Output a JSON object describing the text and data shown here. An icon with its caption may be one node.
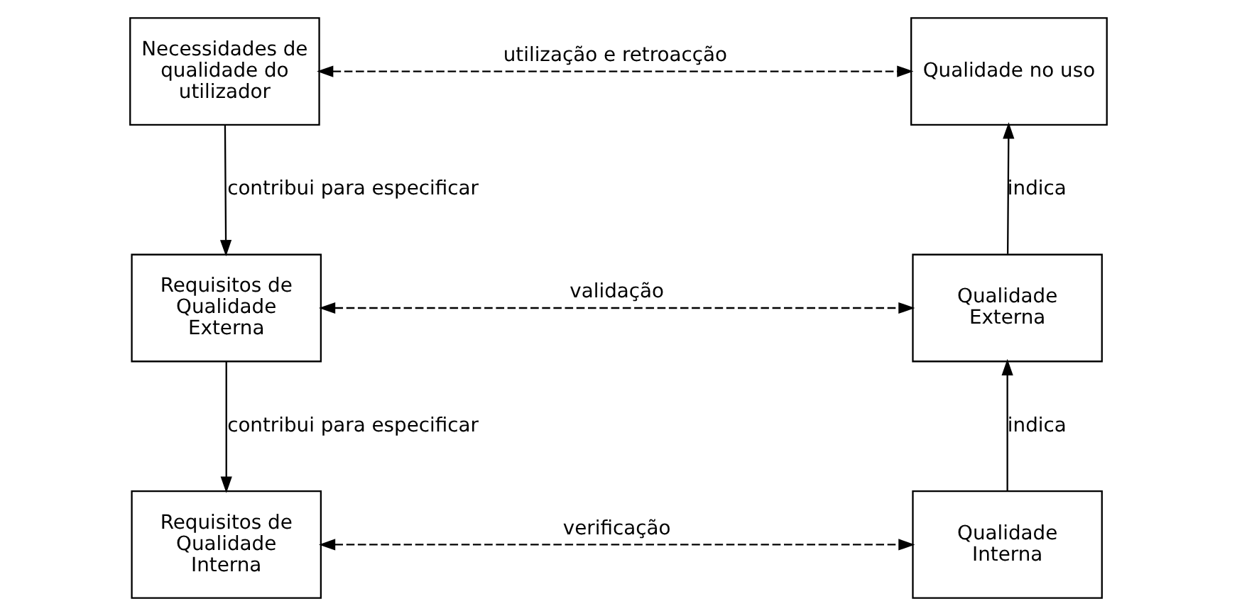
{
  "diagram": {
    "nodes": [
      {
        "text": [
          "Necessidades de qualidade do utilizador"
        ]
      },
      {
        "text": [
          "Qualidade no uso"
        ]
      },
      {
        "text": [
          "Requisitos de Qualidade Externa"
        ]
      },
      {
        "text": [
          "Qualidade Externa"
        ]
      },
      {
        "text": [
          "Requisitos de Qualidade Interna"
        ]
      },
      {
        "text": [
          "Qualidade Interna"
        ]
      }
    ],
    "edges": [
      {
        "from": 0,
        "to": 1,
        "arrow": "both",
        "style": "dashed",
        "label": "utilização e retroacção"
      },
      {
        "from": 0,
        "to": 2,
        "arrow": "to",
        "label": "contribui para especificar"
      },
      {
        "from": 2,
        "to": 3,
        "arrow": "both",
        "style": "dashed",
        "label": "validação"
      },
      {
        "from": 3,
        "to": 1,
        "arrow": "to",
        "label": "indica"
      },
      {
        "from": 2,
        "to": 4,
        "arrow": "to",
        "label": "contribui para especificar"
      },
      {
        "from": 4,
        "to": 5,
        "arrow": "both",
        "style": "dashed",
        "label": "verificação"
      },
      {
        "from": 5,
        "to": 3,
        "arrow": "to",
        "label": "indica"
      }
    ]
  }
}
